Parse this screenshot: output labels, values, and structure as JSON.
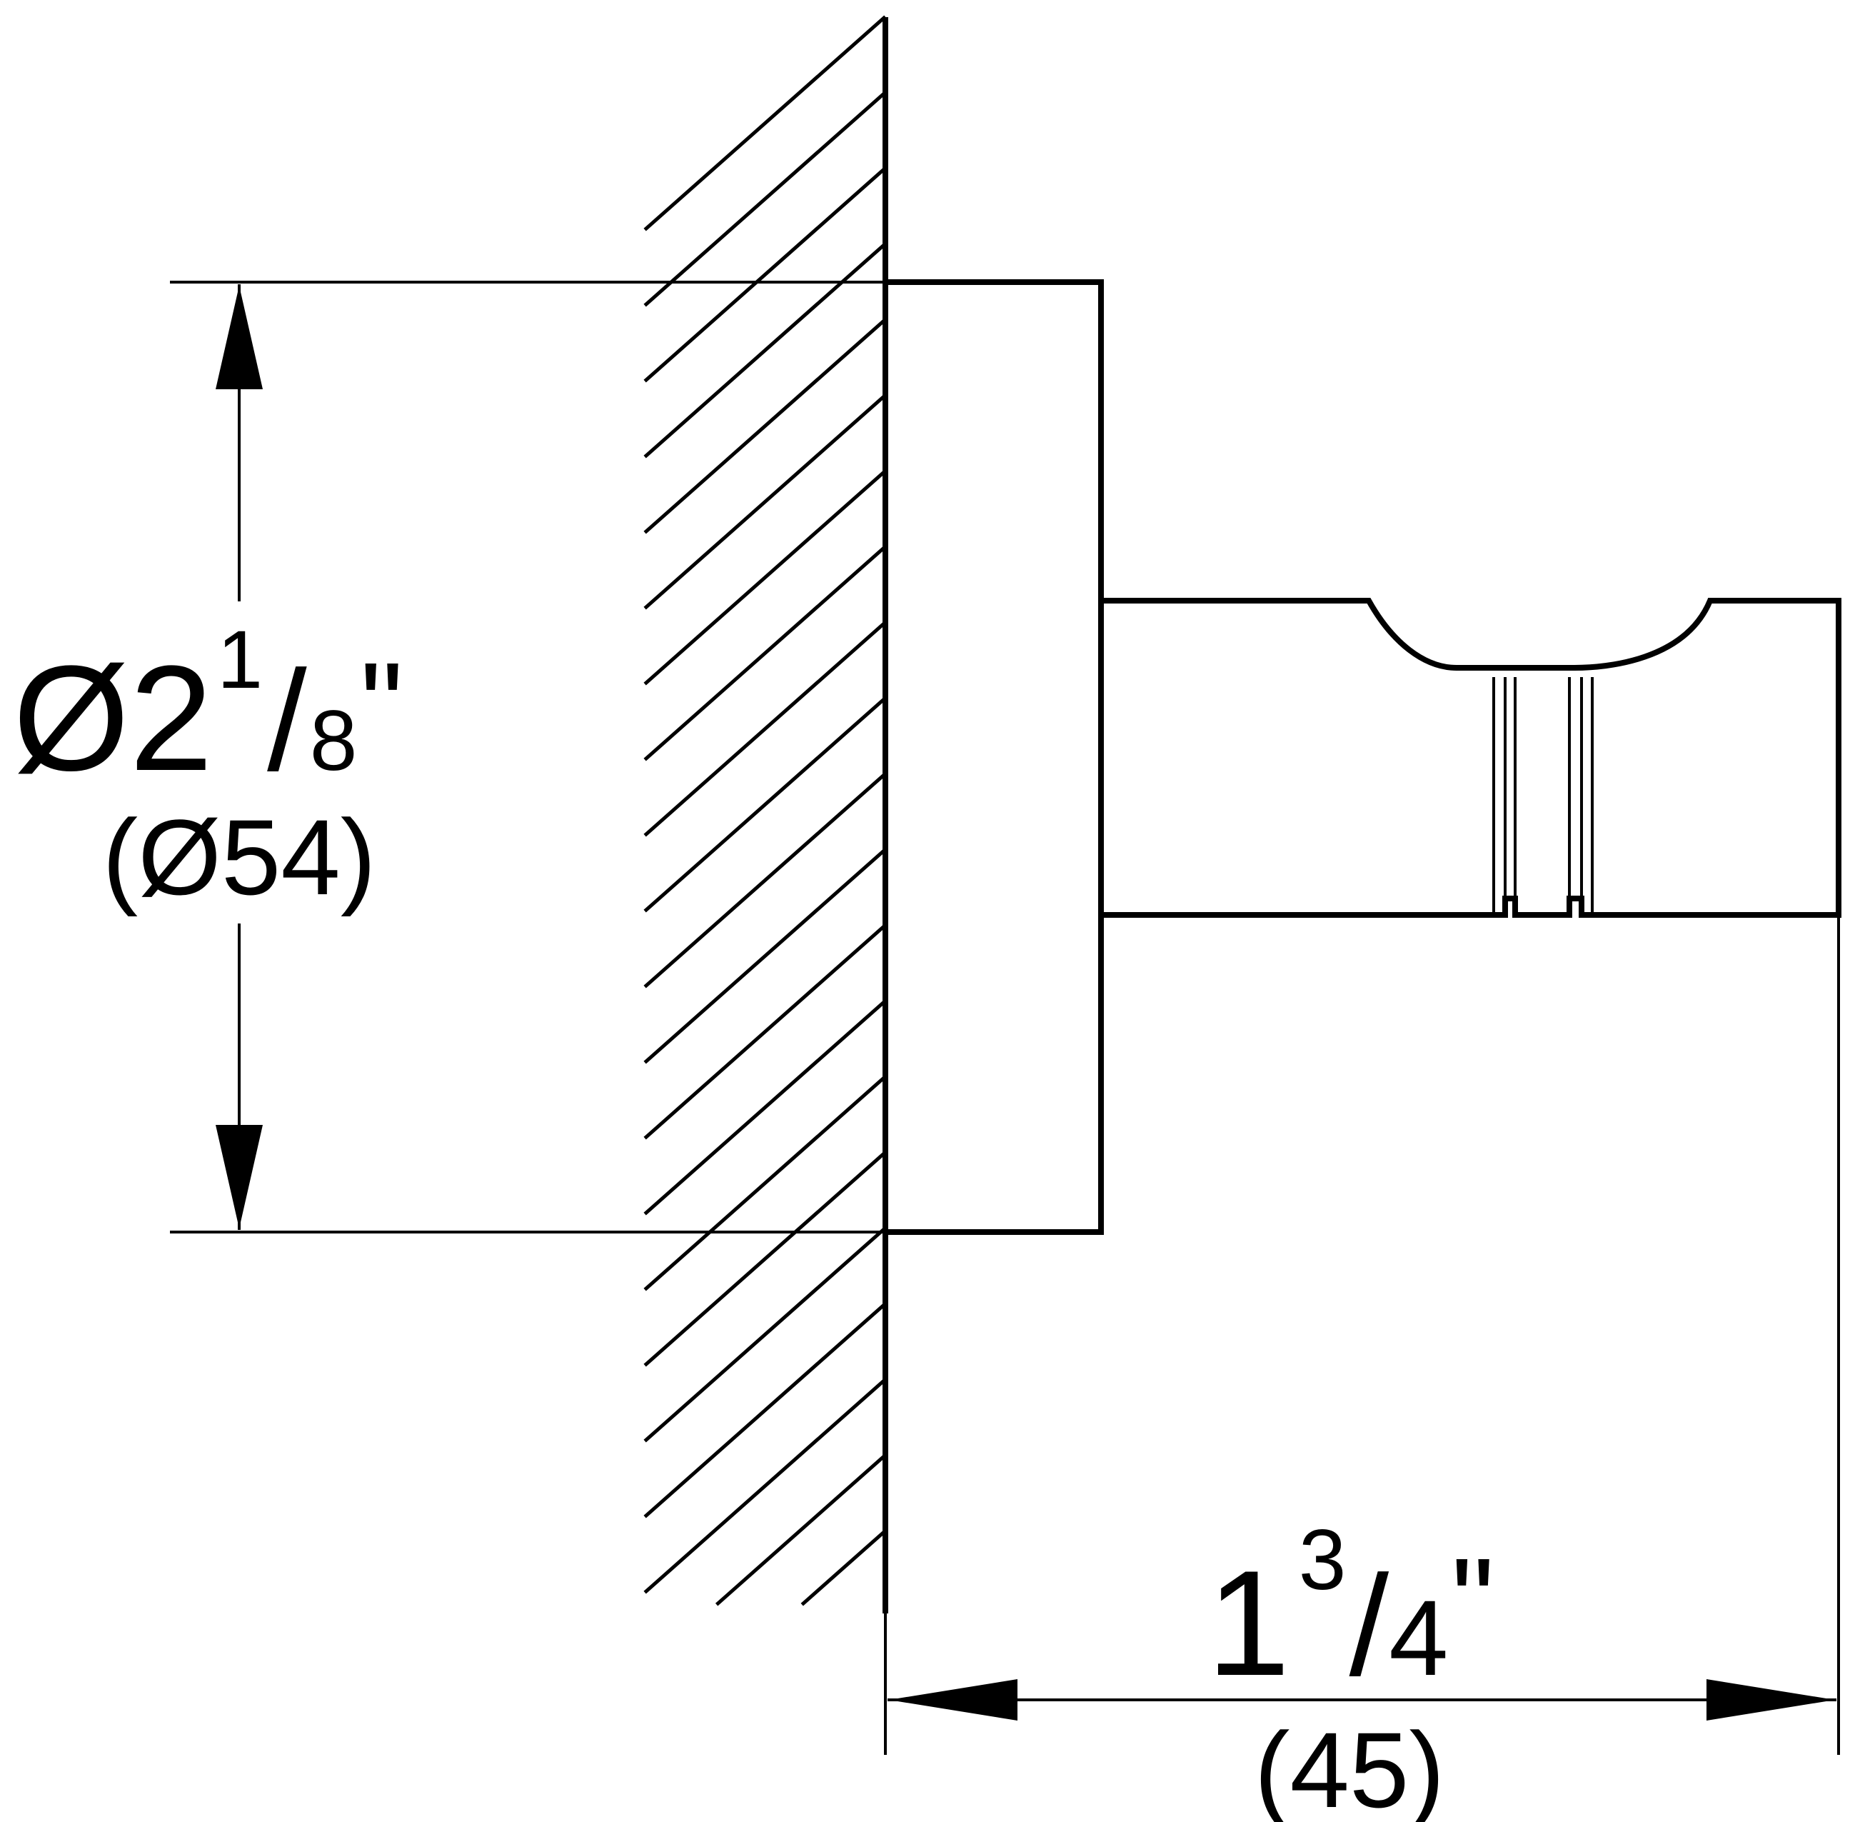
{
  "drawing": {
    "dimensions": {
      "diameter": {
        "whole": "Ø2",
        "numerator": "1",
        "slash": "/",
        "denominator": "8",
        "unit": "\"",
        "metric": "(Ø54)"
      },
      "projection": {
        "whole": "1",
        "numerator": "3",
        "slash": "/",
        "denominator": "4",
        "unit": "\"",
        "metric": "(45)"
      }
    },
    "colors": {
      "ink": "#000000",
      "background": "#ffffff"
    }
  }
}
